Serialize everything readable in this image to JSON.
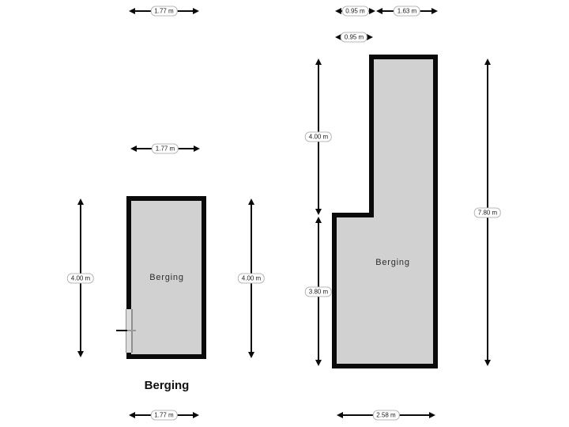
{
  "rooms": {
    "left": {
      "label": "Berging"
    },
    "right": {
      "label": "Berging"
    }
  },
  "titles": {
    "left_plan_title": "Berging"
  },
  "dimensions": {
    "left_plan": {
      "top_outer": "1.77 m",
      "top_inner": "1.77 m",
      "side_left": "4.00 m",
      "side_right": "4.00 m",
      "bottom": "1.77 m"
    },
    "right_plan": {
      "top_notch": "0.95 m",
      "top_main": "1.63 m",
      "notch_inner": "0.95 m",
      "left_upper": "4.00 m",
      "left_lower": "3.80 m",
      "right_total": "7.80 m",
      "bottom": "2.58 m"
    }
  },
  "colors": {
    "wall": "#0a0a0a",
    "floor": "#d1d1d1",
    "window": "#dcdcdc",
    "background": "#ffffff"
  }
}
